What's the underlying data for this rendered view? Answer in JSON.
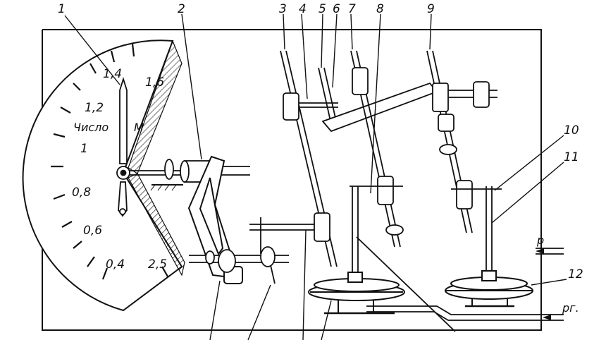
{
  "dial": {
    "scale_labels": [
      "1,6",
      "1,4",
      "1,2",
      "1",
      "0,8",
      "0,6",
      "0,4",
      "2,5"
    ],
    "caption_word": "Число",
    "caption_letter": "M"
  },
  "callouts": [
    "1",
    "2",
    "3",
    "4",
    "5",
    "6",
    "7",
    "8",
    "9",
    "10",
    "11",
    "12"
  ],
  "inputs": {
    "p": "p",
    "p_g": "pг."
  },
  "colors": {
    "ink": "#111111",
    "paper": "#ffffff"
  }
}
